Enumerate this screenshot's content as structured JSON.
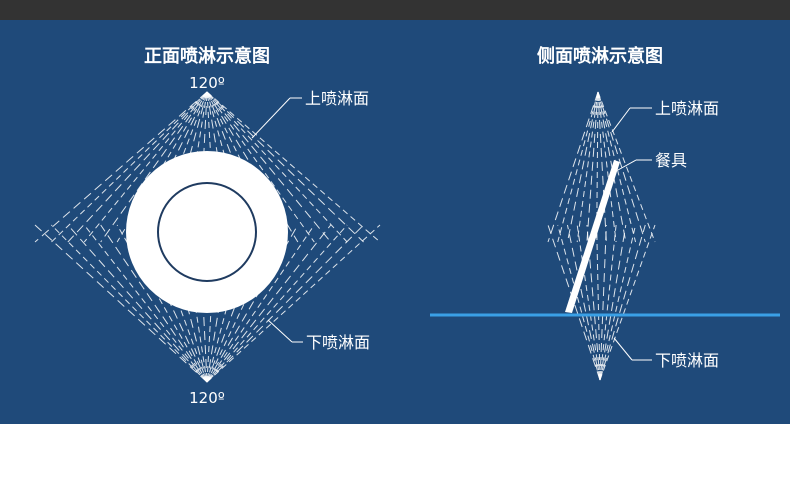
{
  "colors": {
    "panel_bg": "#1f4a7a",
    "top_bar": "#333333",
    "spray_line": "#ffffff",
    "plate_fill": "#ffffff",
    "plate_inner_ring": "#1f3b60",
    "conveyor_line": "#3aa0e6",
    "label_text": "#ffffff"
  },
  "front_view": {
    "title": "正面喷淋示意图",
    "top_angle": "120º",
    "bottom_angle": "120º",
    "upper_label": "上喷淋面",
    "lower_label": "下喷淋面"
  },
  "side_view": {
    "title": "侧面喷淋示意图",
    "upper_label": "上喷淋面",
    "tableware_label": "餐具",
    "lower_label": "下喷淋面"
  }
}
